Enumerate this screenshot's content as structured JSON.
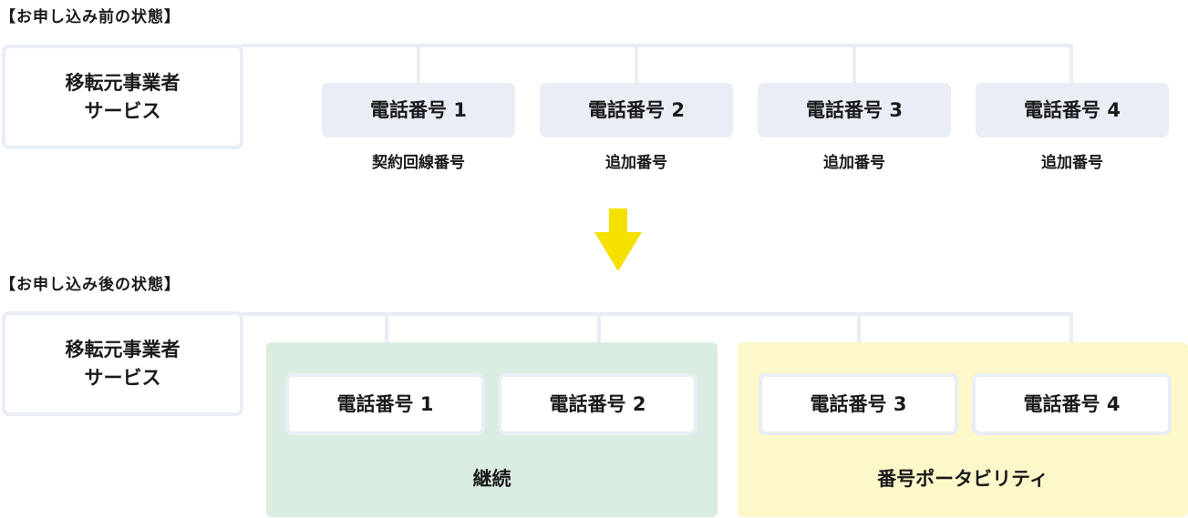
{
  "before": {
    "heading": "【お申し込み前の状態】",
    "provider": "移転元事業者\nサービス",
    "phones": [
      {
        "label": "電話番号 1",
        "sublabel": "契約回線番号"
      },
      {
        "label": "電話番号 2",
        "sublabel": "追加番号"
      },
      {
        "label": "電話番号 3",
        "sublabel": "追加番号"
      },
      {
        "label": "電話番号 4",
        "sublabel": "追加番号"
      }
    ]
  },
  "after": {
    "heading": "【お申し込み後の状態】",
    "provider": "移転元事業者\nサービス",
    "phones": [
      {
        "label": "電話番号 1"
      },
      {
        "label": "電話番号 2"
      },
      {
        "label": "電話番号 3"
      },
      {
        "label": "電話番号 4"
      }
    ],
    "groups": [
      {
        "label": "継続",
        "color": "#daede1"
      },
      {
        "label": "番号ポータビリティ",
        "color": "#fdf8c9"
      }
    ]
  },
  "arrow": {
    "color": "#f5e100",
    "icon": "down-arrow-icon"
  },
  "colors": {
    "line": "#e9edf5",
    "box_fill": "#e9edf5"
  }
}
